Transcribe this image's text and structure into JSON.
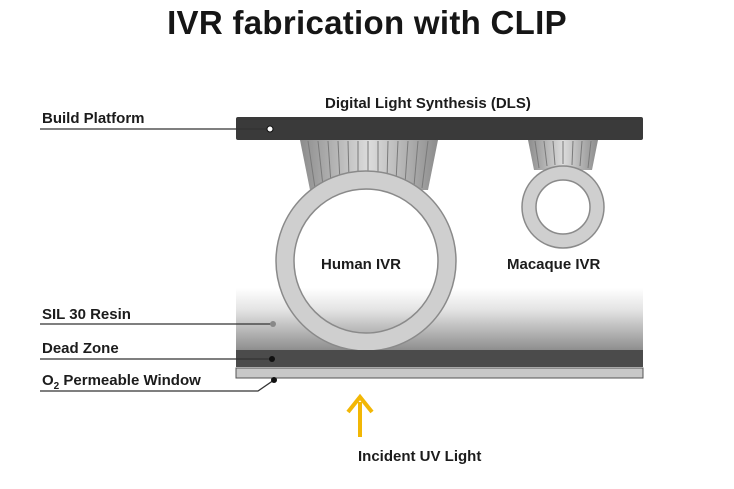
{
  "title": "IVR fabrication with CLIP",
  "labels": {
    "dls": "Digital Light Synthesis (DLS)",
    "build_platform": "Build Platform",
    "human_ivr": "Human IVR",
    "macaque_ivr": "Macaque IVR",
    "sil_resin": "SIL 30 Resin",
    "dead_zone": "Dead Zone",
    "window_prefix": "O",
    "window_sub": "2",
    "window_suffix": " Permeable Window",
    "uv_light": "Incident UV Light"
  },
  "colors": {
    "platform": "#3a3a3a",
    "dead_zone": "#4b4b4b",
    "window": "#c8c8c8",
    "ring": "#c9c9c9",
    "uv_arrow": "#f2b705"
  }
}
